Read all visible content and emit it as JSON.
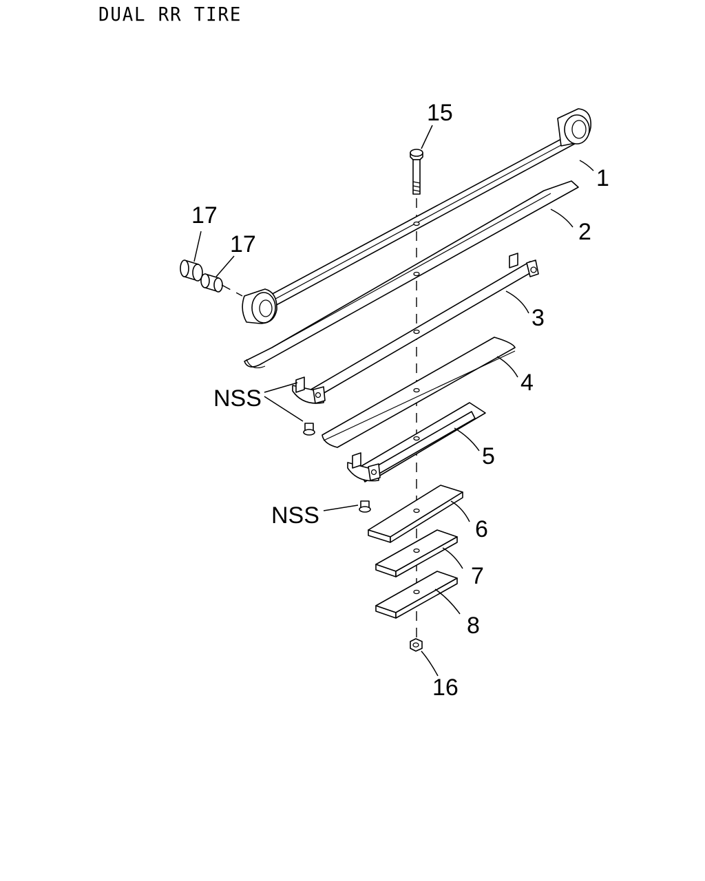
{
  "title": "DUAL RR TIRE",
  "callouts": {
    "c1": "1",
    "c2": "2",
    "c3": "3",
    "c4": "4",
    "c5": "5",
    "c6": "6",
    "c7": "7",
    "c8": "8",
    "c15": "15",
    "c16": "16",
    "c17a": "17",
    "c17b": "17",
    "nss1": "NSS",
    "nss2": "NSS"
  },
  "colors": {
    "line": "#000000",
    "background": "#ffffff"
  }
}
